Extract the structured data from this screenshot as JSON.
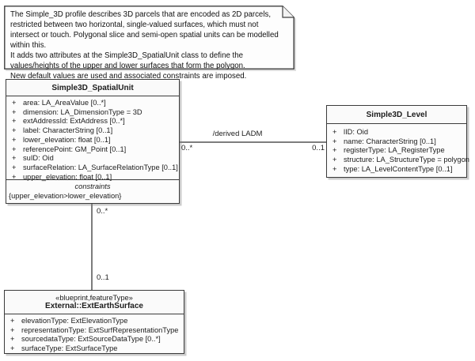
{
  "symbols": {
    "plus": "+"
  },
  "colors": {
    "box_fill": "#fcfcfc",
    "border": "#3b3b3b",
    "association_line": "#7d7d7d",
    "shadow": "#8c8c8c"
  },
  "note": {
    "paragraphs": [
      "The Simple_3D profile describes 3D parcels that are encoded as 2D parcels, restricted between two horizontal, single-valued surfaces, which must not intersect or touch. Polygonal slice and semi-open spatial units can be modelled within this.",
      "It adds two attributes at the Simple3D_SpatialUnit class to define the values/heights of the upper and lower surfaces that form the polygon.",
      "New default values are used and associated constraints are imposed."
    ]
  },
  "classes": {
    "spatial_unit": {
      "title": "Simple3D_SpatialUnit",
      "attributes": [
        "area: LA_AreaValue [0..*]",
        "dimension: LA_DimensionType = 3D",
        "extAddressId: ExtAddress [0..*]",
        "label: CharacterString [0..1]",
        "lower_elevation: float [0..1]",
        "referencePoint: GM_Point [0..1]",
        "suID: Oid",
        "surfaceRelation: LA_SurfaceRelationType [0..1]",
        "upper_elevation: float [0..1]"
      ],
      "constraints_label": "constraints",
      "constraint": "{upper_elevation>lower_elevation}"
    },
    "level": {
      "title": "Simple3D_Level",
      "attributes": [
        "lID: Oid",
        "name: CharacterString [0..1]",
        "registerType: LA_RegisterType",
        "structure: LA_StructureType = polygon",
        "type: LA_LevelContentType [0..1]"
      ]
    },
    "ext_earth_surface": {
      "stereotype": "«blueprint,featureType»",
      "title": "External::ExtEarthSurface",
      "attributes": [
        "elevationType: ExtElevationType",
        "representationType: ExtSurfRepresentationType",
        "sourcedataType: ExtSourceDataType [0..*]",
        "surfaceType: ExtSurfaceType"
      ]
    }
  },
  "associations": {
    "derived_ladm": {
      "label": "/derived LADM",
      "source_multiplicity": "0..*",
      "target_multiplicity": "0..1"
    },
    "earth_surface": {
      "source_multiplicity": "0..*",
      "target_multiplicity": "0..1"
    }
  }
}
